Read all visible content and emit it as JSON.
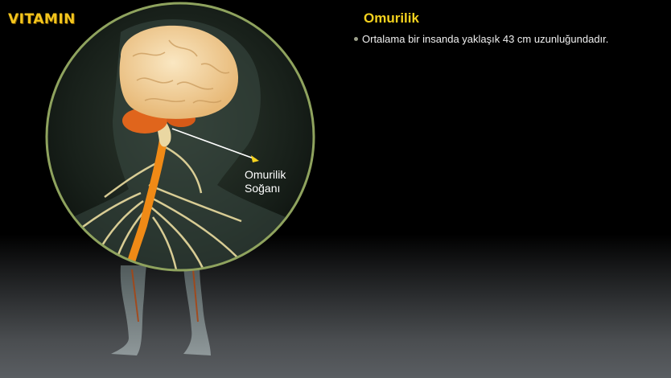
{
  "logo": {
    "text": "VITAMIN",
    "color": "#f3c51d"
  },
  "slide": {
    "title": "Omurilik",
    "bullets": [
      "Ortalama bir insanda yaklaşık 43 cm uzunluğundadır."
    ]
  },
  "illustration": {
    "callout_line1": "Omurilik",
    "callout_line2": "Soğanı",
    "spine_color": "#f08a16",
    "brain_color": "#f2d3a0",
    "cerebellum_color": "#e0651c",
    "nerve_color": "#ecdda0",
    "ring_color": "#8fa35e"
  }
}
